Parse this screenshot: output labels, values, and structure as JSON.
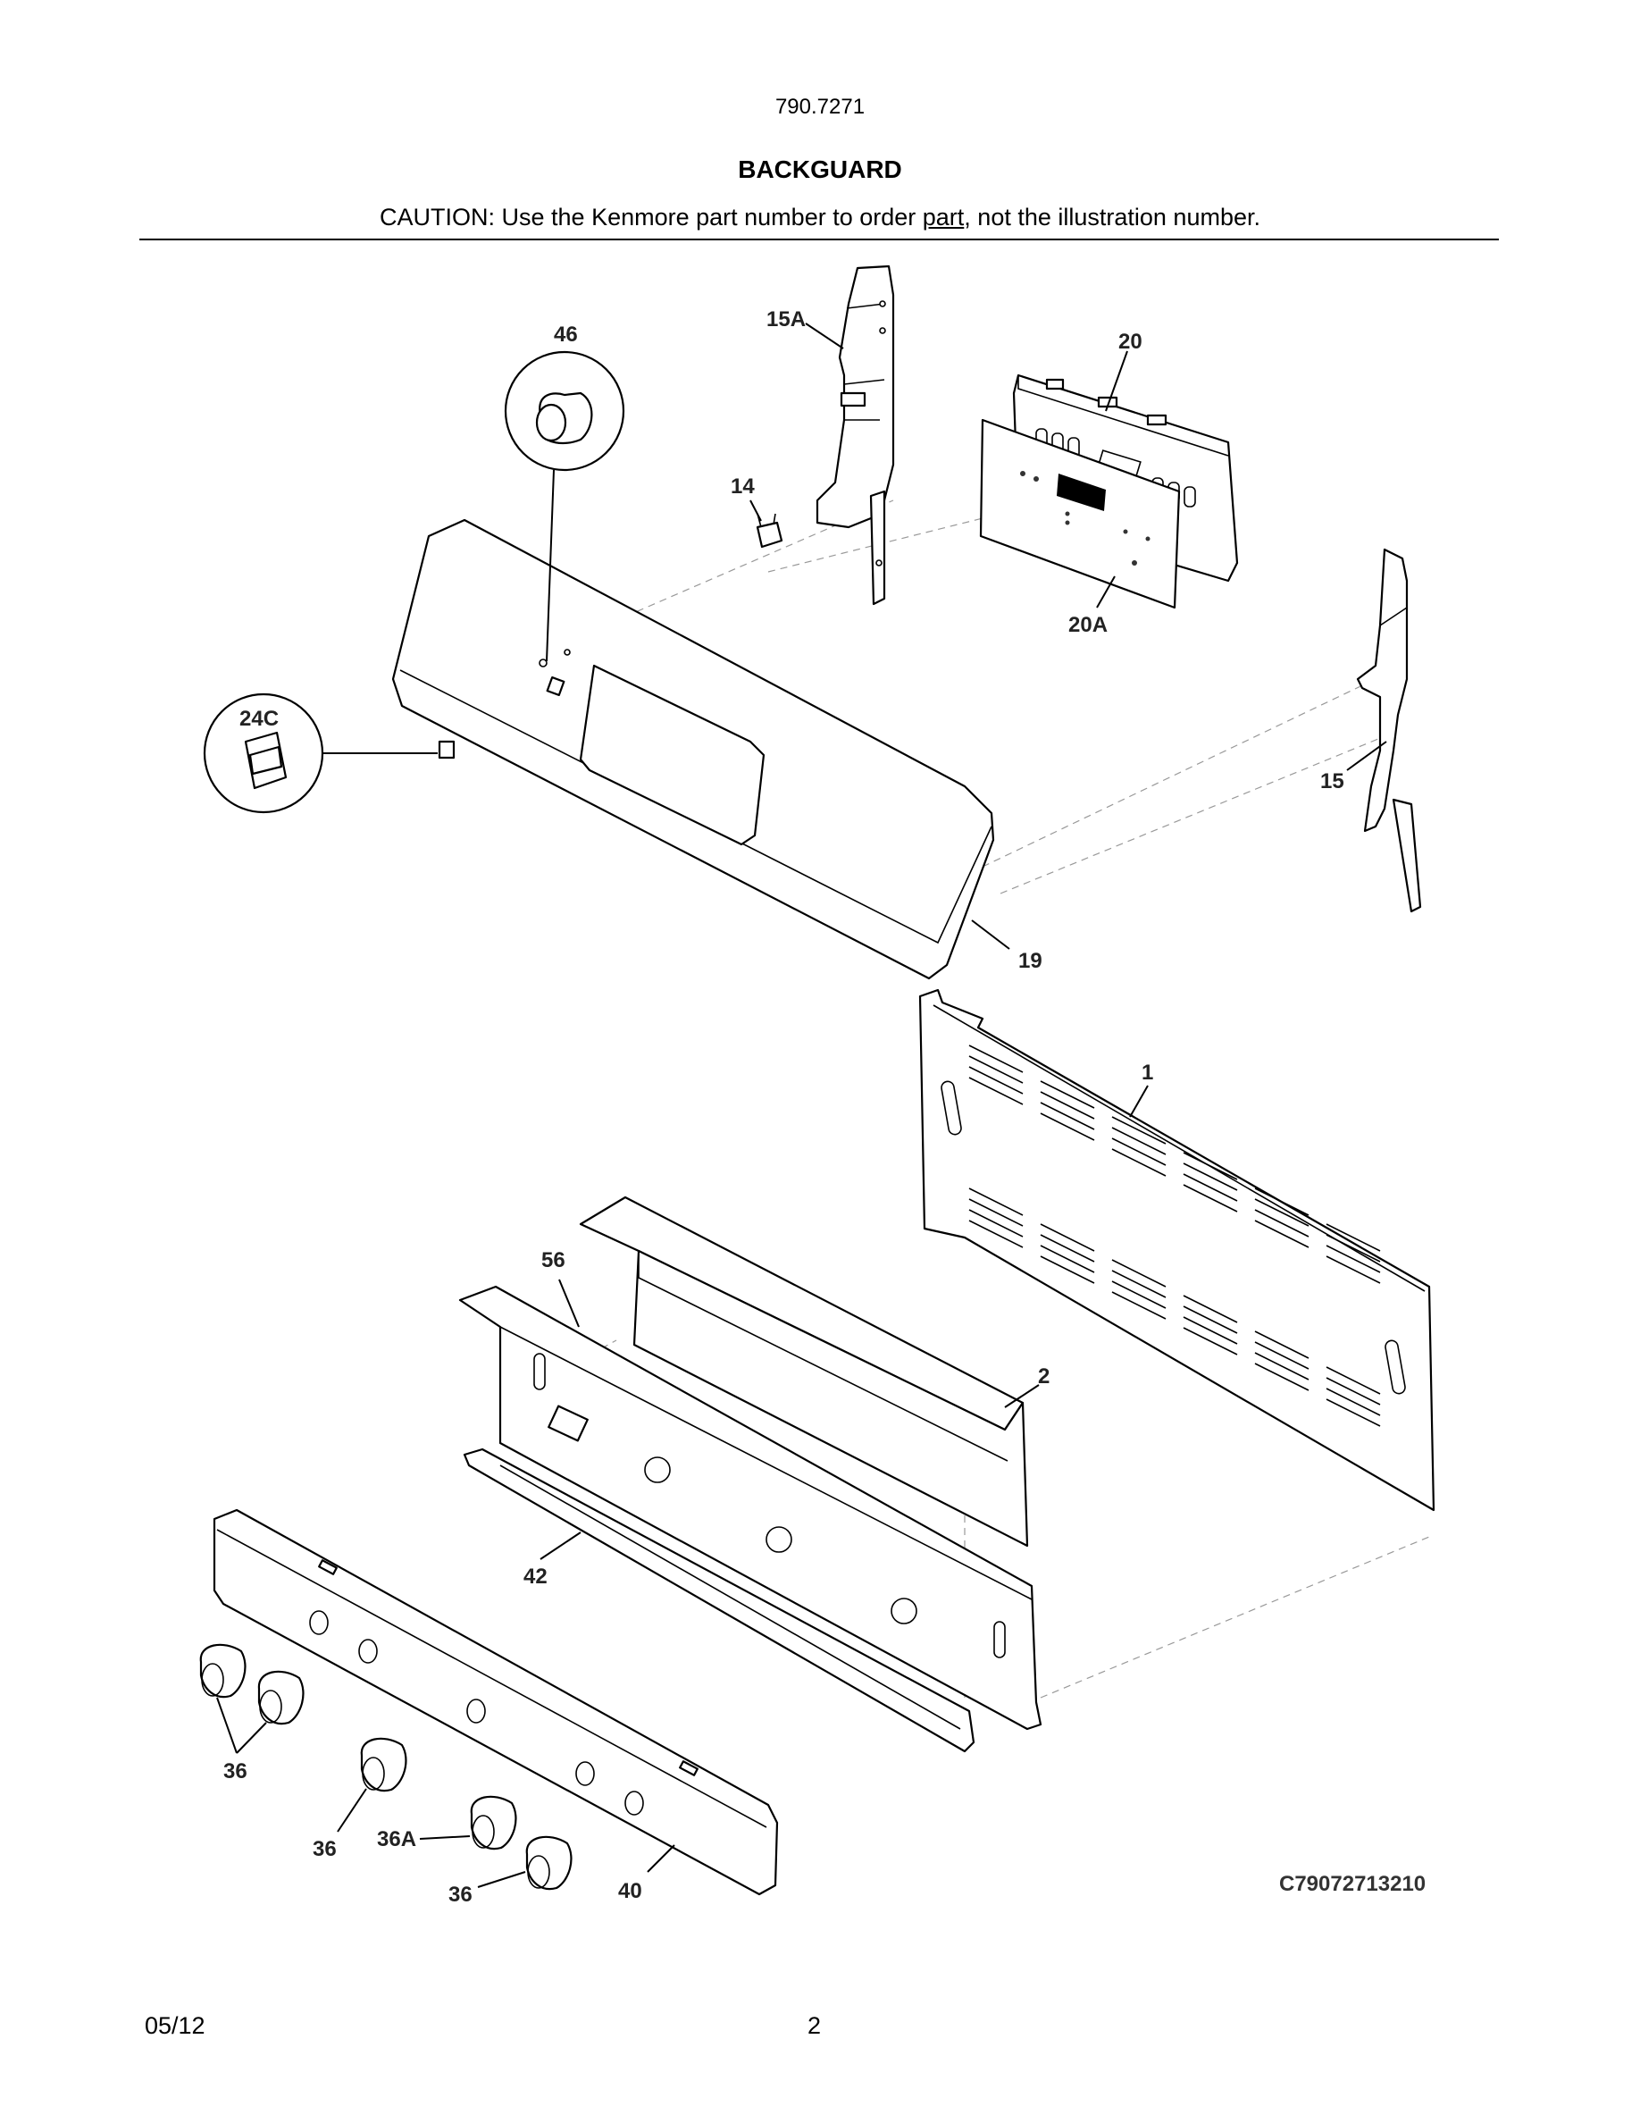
{
  "header": {
    "model": "790.7271",
    "title": "BACKGUARD",
    "caution_pre": "CAUTION: Use the Kenmore part number to order ",
    "caution_link": "part",
    "caution_post": ", not the illustration number."
  },
  "callouts": {
    "c15A": "15A",
    "c20": "20",
    "c46": "46",
    "c14": "14",
    "c20A": "20A",
    "c24C": "24C",
    "c15": "15",
    "c19": "19",
    "c1": "1",
    "c56": "56",
    "c2": "2",
    "c42": "42",
    "c36a": "36",
    "c36b": "36",
    "c36A": "36A",
    "c36c": "36",
    "c40": "40"
  },
  "diagram_code": "C79072713210",
  "footer": {
    "date": "05/12",
    "page": "2"
  }
}
